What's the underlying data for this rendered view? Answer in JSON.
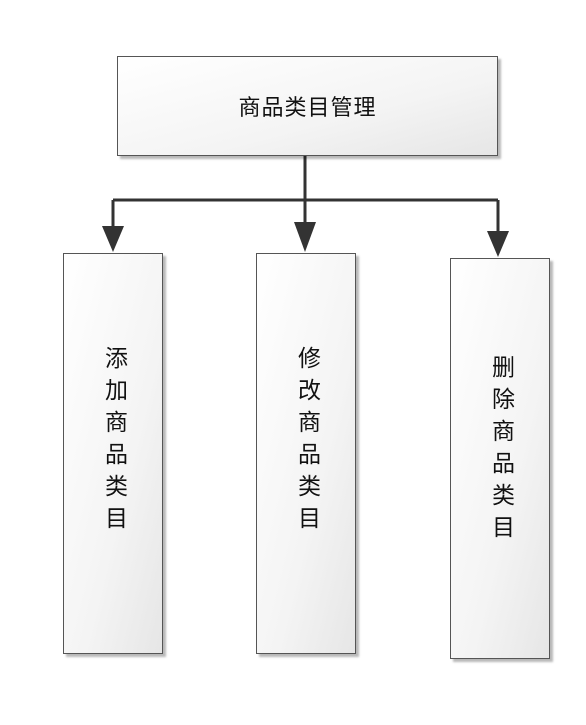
{
  "diagram": {
    "root": {
      "label": "商品类目管理"
    },
    "children": [
      {
        "label": "添加商品类目"
      },
      {
        "label": "修改商品类目"
      },
      {
        "label": "删除商品类目"
      }
    ]
  }
}
